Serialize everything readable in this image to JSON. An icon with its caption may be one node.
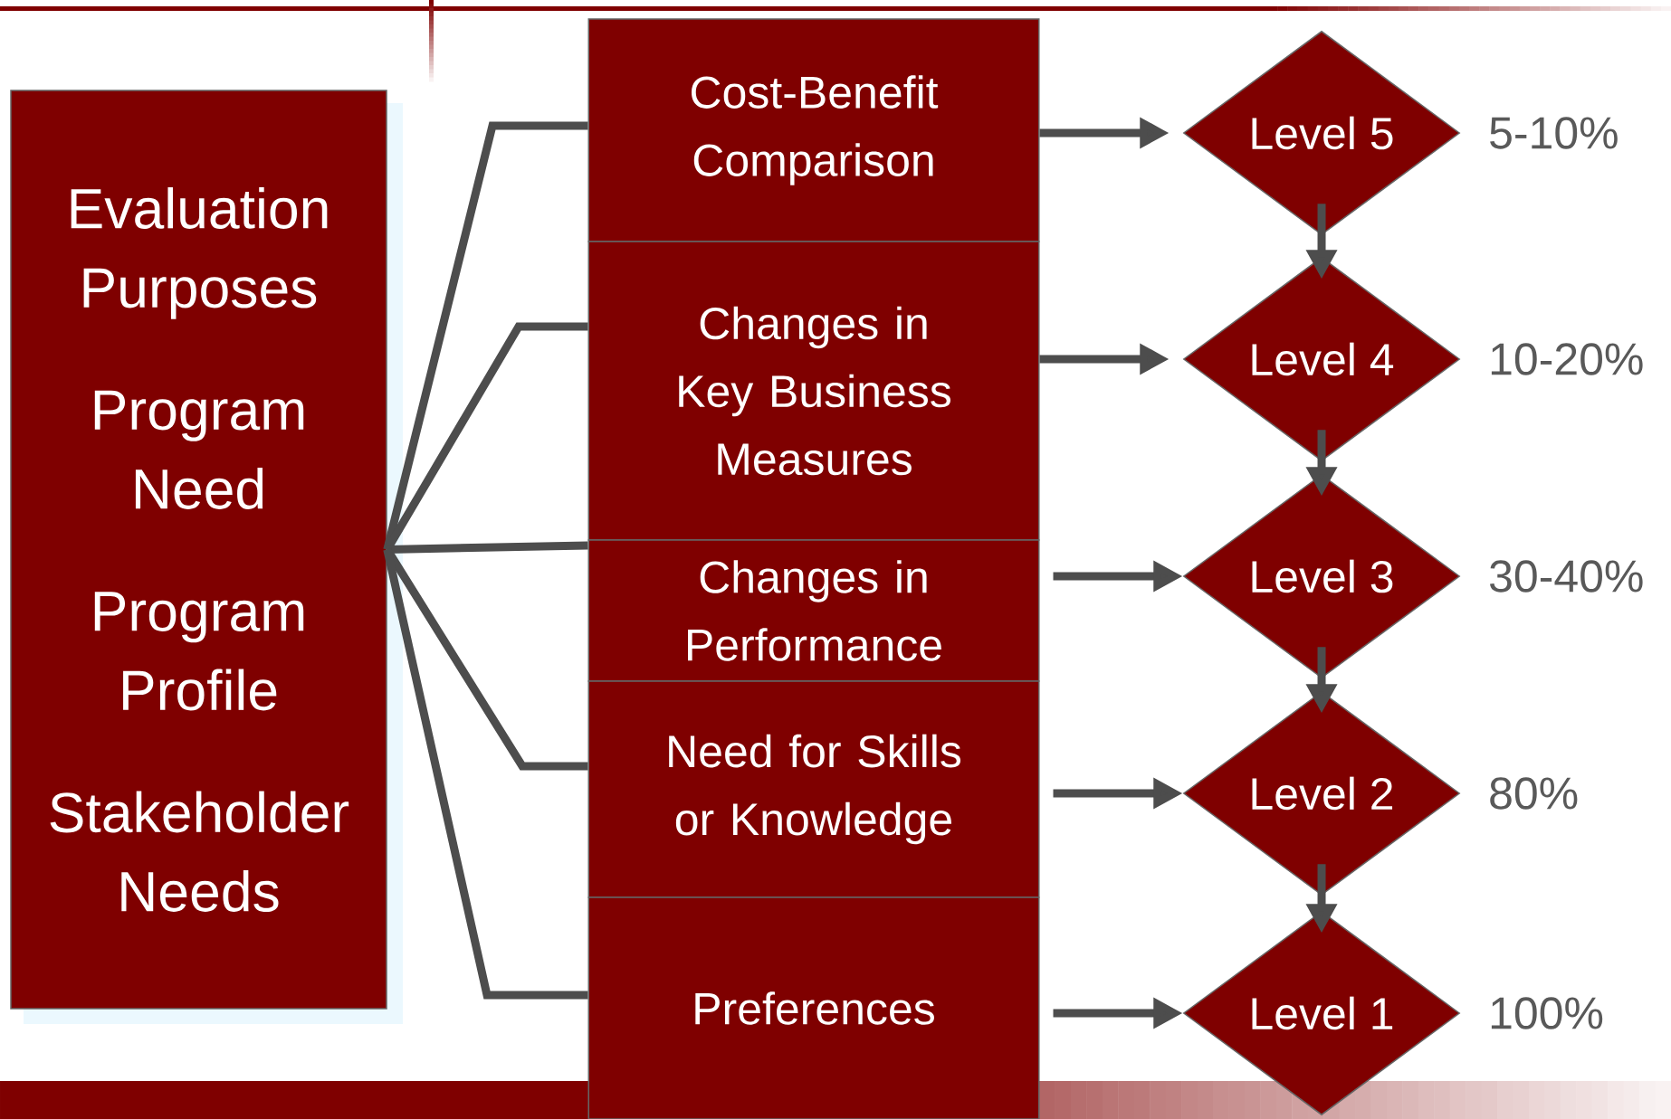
{
  "diagram": {
    "nodes": [
      {
        "text": [
          "Evaluation Purposes",
          "Program Need",
          "Program Profile",
          "Stakeholder Needs"
        ]
      },
      {
        "text": [
          "Cost-Benefit Comparison"
        ]
      },
      {
        "text": [
          "Changes in Key Business Measures"
        ]
      },
      {
        "text": [
          "Changes in Performance"
        ]
      },
      {
        "text": [
          "Need for Skills or Knowledge"
        ]
      },
      {
        "text": [
          "Preferences"
        ]
      },
      {
        "text": [
          "Level 5"
        ],
        "beside": [
          "5-10%"
        ]
      },
      {
        "text": [
          "Level 4"
        ],
        "beside": [
          "10-20%"
        ]
      },
      {
        "text": [
          "Level 3"
        ],
        "beside": [
          "30-40%"
        ]
      },
      {
        "text": [
          "Level 2"
        ],
        "beside": [
          "80%"
        ]
      },
      {
        "text": [
          "Level 1"
        ],
        "beside": [
          "100%"
        ]
      }
    ],
    "edges": [
      {
        "from": 0,
        "to": 1,
        "arrow": "none"
      },
      {
        "from": 0,
        "to": 2,
        "arrow": "none"
      },
      {
        "from": 0,
        "to": 3,
        "arrow": "none"
      },
      {
        "from": 0,
        "to": 4,
        "arrow": "none"
      },
      {
        "from": 0,
        "to": 5,
        "arrow": "none"
      },
      {
        "from": 1,
        "to": 6,
        "arrow": "to"
      },
      {
        "from": 2,
        "to": 7,
        "arrow": "to"
      },
      {
        "from": 3,
        "to": 8,
        "arrow": "to"
      },
      {
        "from": 4,
        "to": 9,
        "arrow": "to"
      },
      {
        "from": 5,
        "to": 10,
        "arrow": "to"
      },
      {
        "from": 6,
        "to": 7,
        "arrow": "to"
      },
      {
        "from": 7,
        "to": 8,
        "arrow": "to"
      },
      {
        "from": 8,
        "to": 9,
        "arrow": "to"
      },
      {
        "from": 9,
        "to": 10,
        "arrow": "to"
      }
    ]
  }
}
